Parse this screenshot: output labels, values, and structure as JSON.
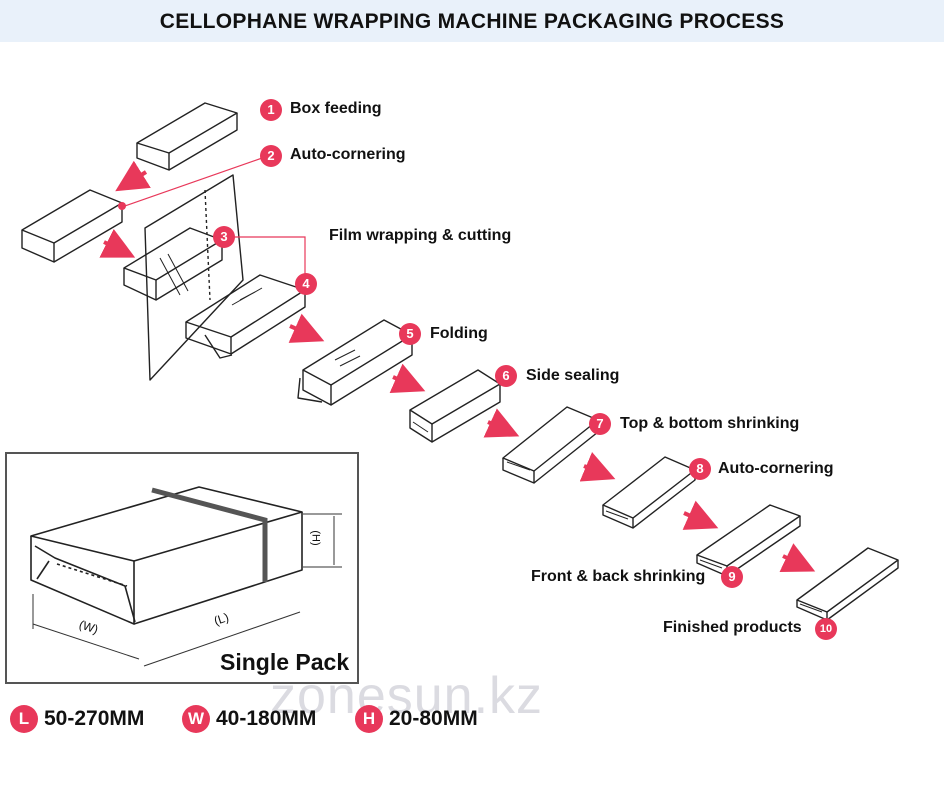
{
  "title": "CELLOPHANE WRAPPING MACHINE PACKAGING PROCESS",
  "steps": [
    {
      "num": "1",
      "label": "Box feeding"
    },
    {
      "num": "2",
      "label": "Auto-cornering"
    },
    {
      "num": "3",
      "label": ""
    },
    {
      "num": "4",
      "label": "Film wrapping & cutting"
    },
    {
      "num": "5",
      "label": "Folding"
    },
    {
      "num": "6",
      "label": "Side sealing"
    },
    {
      "num": "7",
      "label": "Top & bottom shrinking"
    },
    {
      "num": "8",
      "label": "Auto-cornering"
    },
    {
      "num": "9",
      "label": "Front & back shrinking"
    },
    {
      "num": "10",
      "label": "Finished products"
    }
  ],
  "inset": {
    "title": "Single Pack",
    "dim_w": "(W)",
    "dim_l": "(L)",
    "dim_h": "(H)"
  },
  "specs": [
    {
      "letter": "L",
      "value": "50-270MM"
    },
    {
      "letter": "W",
      "value": "40-180MM"
    },
    {
      "letter": "H",
      "value": "20-80MM"
    }
  ],
  "watermark": "zonesun.kz",
  "colors": {
    "accent": "#e8385a",
    "title_bg": "#e9f1fa",
    "line": "#222222"
  }
}
